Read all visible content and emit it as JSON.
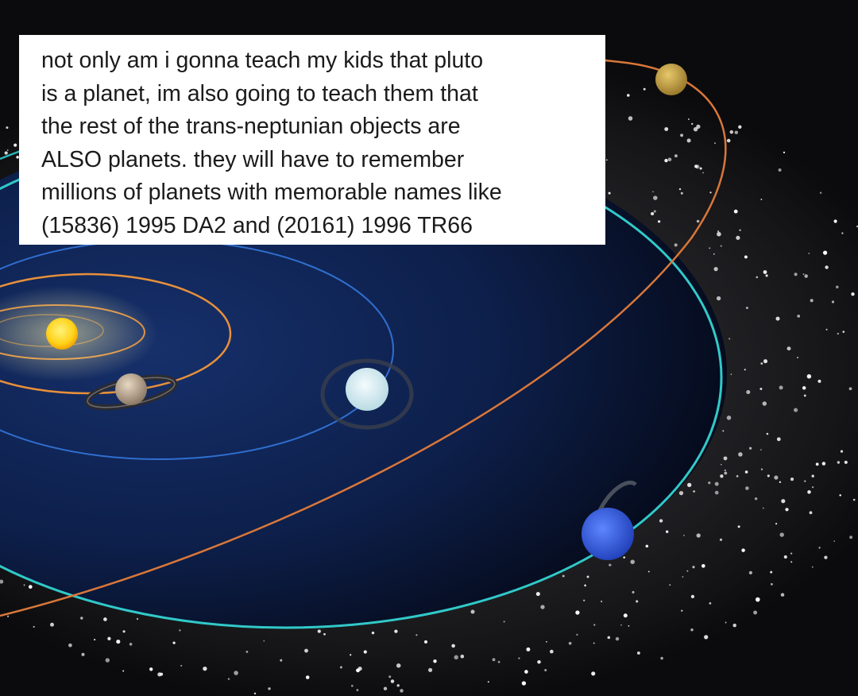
{
  "caption": {
    "text": "not only am i gonna teach my kids that pluto\nis a planet, im also going to teach them that\nthe rest of the trans-neptunian objects are\nALSO planets. they will have to remember\nmillions of planets with memorable names like\n(15836) 1995 DA2 and (20161) 1996 TR66"
  },
  "colors": {
    "space": "#0b0b0d",
    "inner_disc": "#0d1f4a",
    "sun": "#ffd21a",
    "orbit_orange": "#e8903a",
    "orbit_teal": "#31c9c9",
    "orbit_blue": "#2f6fd0",
    "pluto_orbit": "#d9773a"
  },
  "scene": {
    "bodies": [
      "sun",
      "saturn",
      "uranus",
      "neptune",
      "pluto"
    ],
    "background": "kuiper-belt-starfield"
  }
}
